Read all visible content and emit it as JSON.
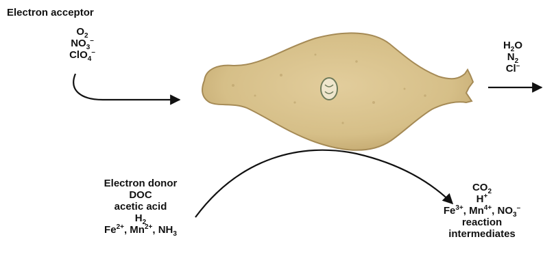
{
  "acceptor": {
    "title": "Electron acceptor",
    "o2": {
      "base": "O",
      "sub": "2"
    },
    "no3": {
      "base": "NO",
      "sub": "3",
      "sup": "–"
    },
    "clo4": {
      "base": "ClO",
      "sub": "4",
      "sup": "–"
    }
  },
  "products_top": {
    "h2o": {
      "a": "H",
      "sub": "2",
      "b": "O"
    },
    "n2": {
      "base": "N",
      "sub": "2"
    },
    "cl": {
      "base": "Cl",
      "sup": "–"
    }
  },
  "donor": {
    "title": "Electron donor",
    "doc": "DOC",
    "acetic": "acetic acid",
    "h2": {
      "base": "H",
      "sub": "2"
    },
    "fe": "Fe",
    "fe_sup": "2+",
    "mn": ", Mn",
    "mn_sup": "2+",
    "nh3_base": ", NH",
    "nh3_sub": "3"
  },
  "products_bottom": {
    "co2": {
      "base": "CO",
      "sub": "2"
    },
    "h": {
      "base": "H",
      "sup": "+"
    },
    "ions": {
      "fe": "Fe",
      "fe_sup": "3+",
      "mn": ", Mn",
      "mn_sup": "4+",
      "no3": ", NO",
      "no3_sub": "3",
      "no3_sup": "–"
    },
    "line1": "reaction",
    "line2": "intermediates"
  },
  "colors": {
    "cell_fill": "#d8c28e",
    "cell_edge": "#a58a55",
    "arrow": "#111111"
  },
  "icons": [
    "microbe-cell",
    "nucleus-organelle",
    "arrow"
  ]
}
